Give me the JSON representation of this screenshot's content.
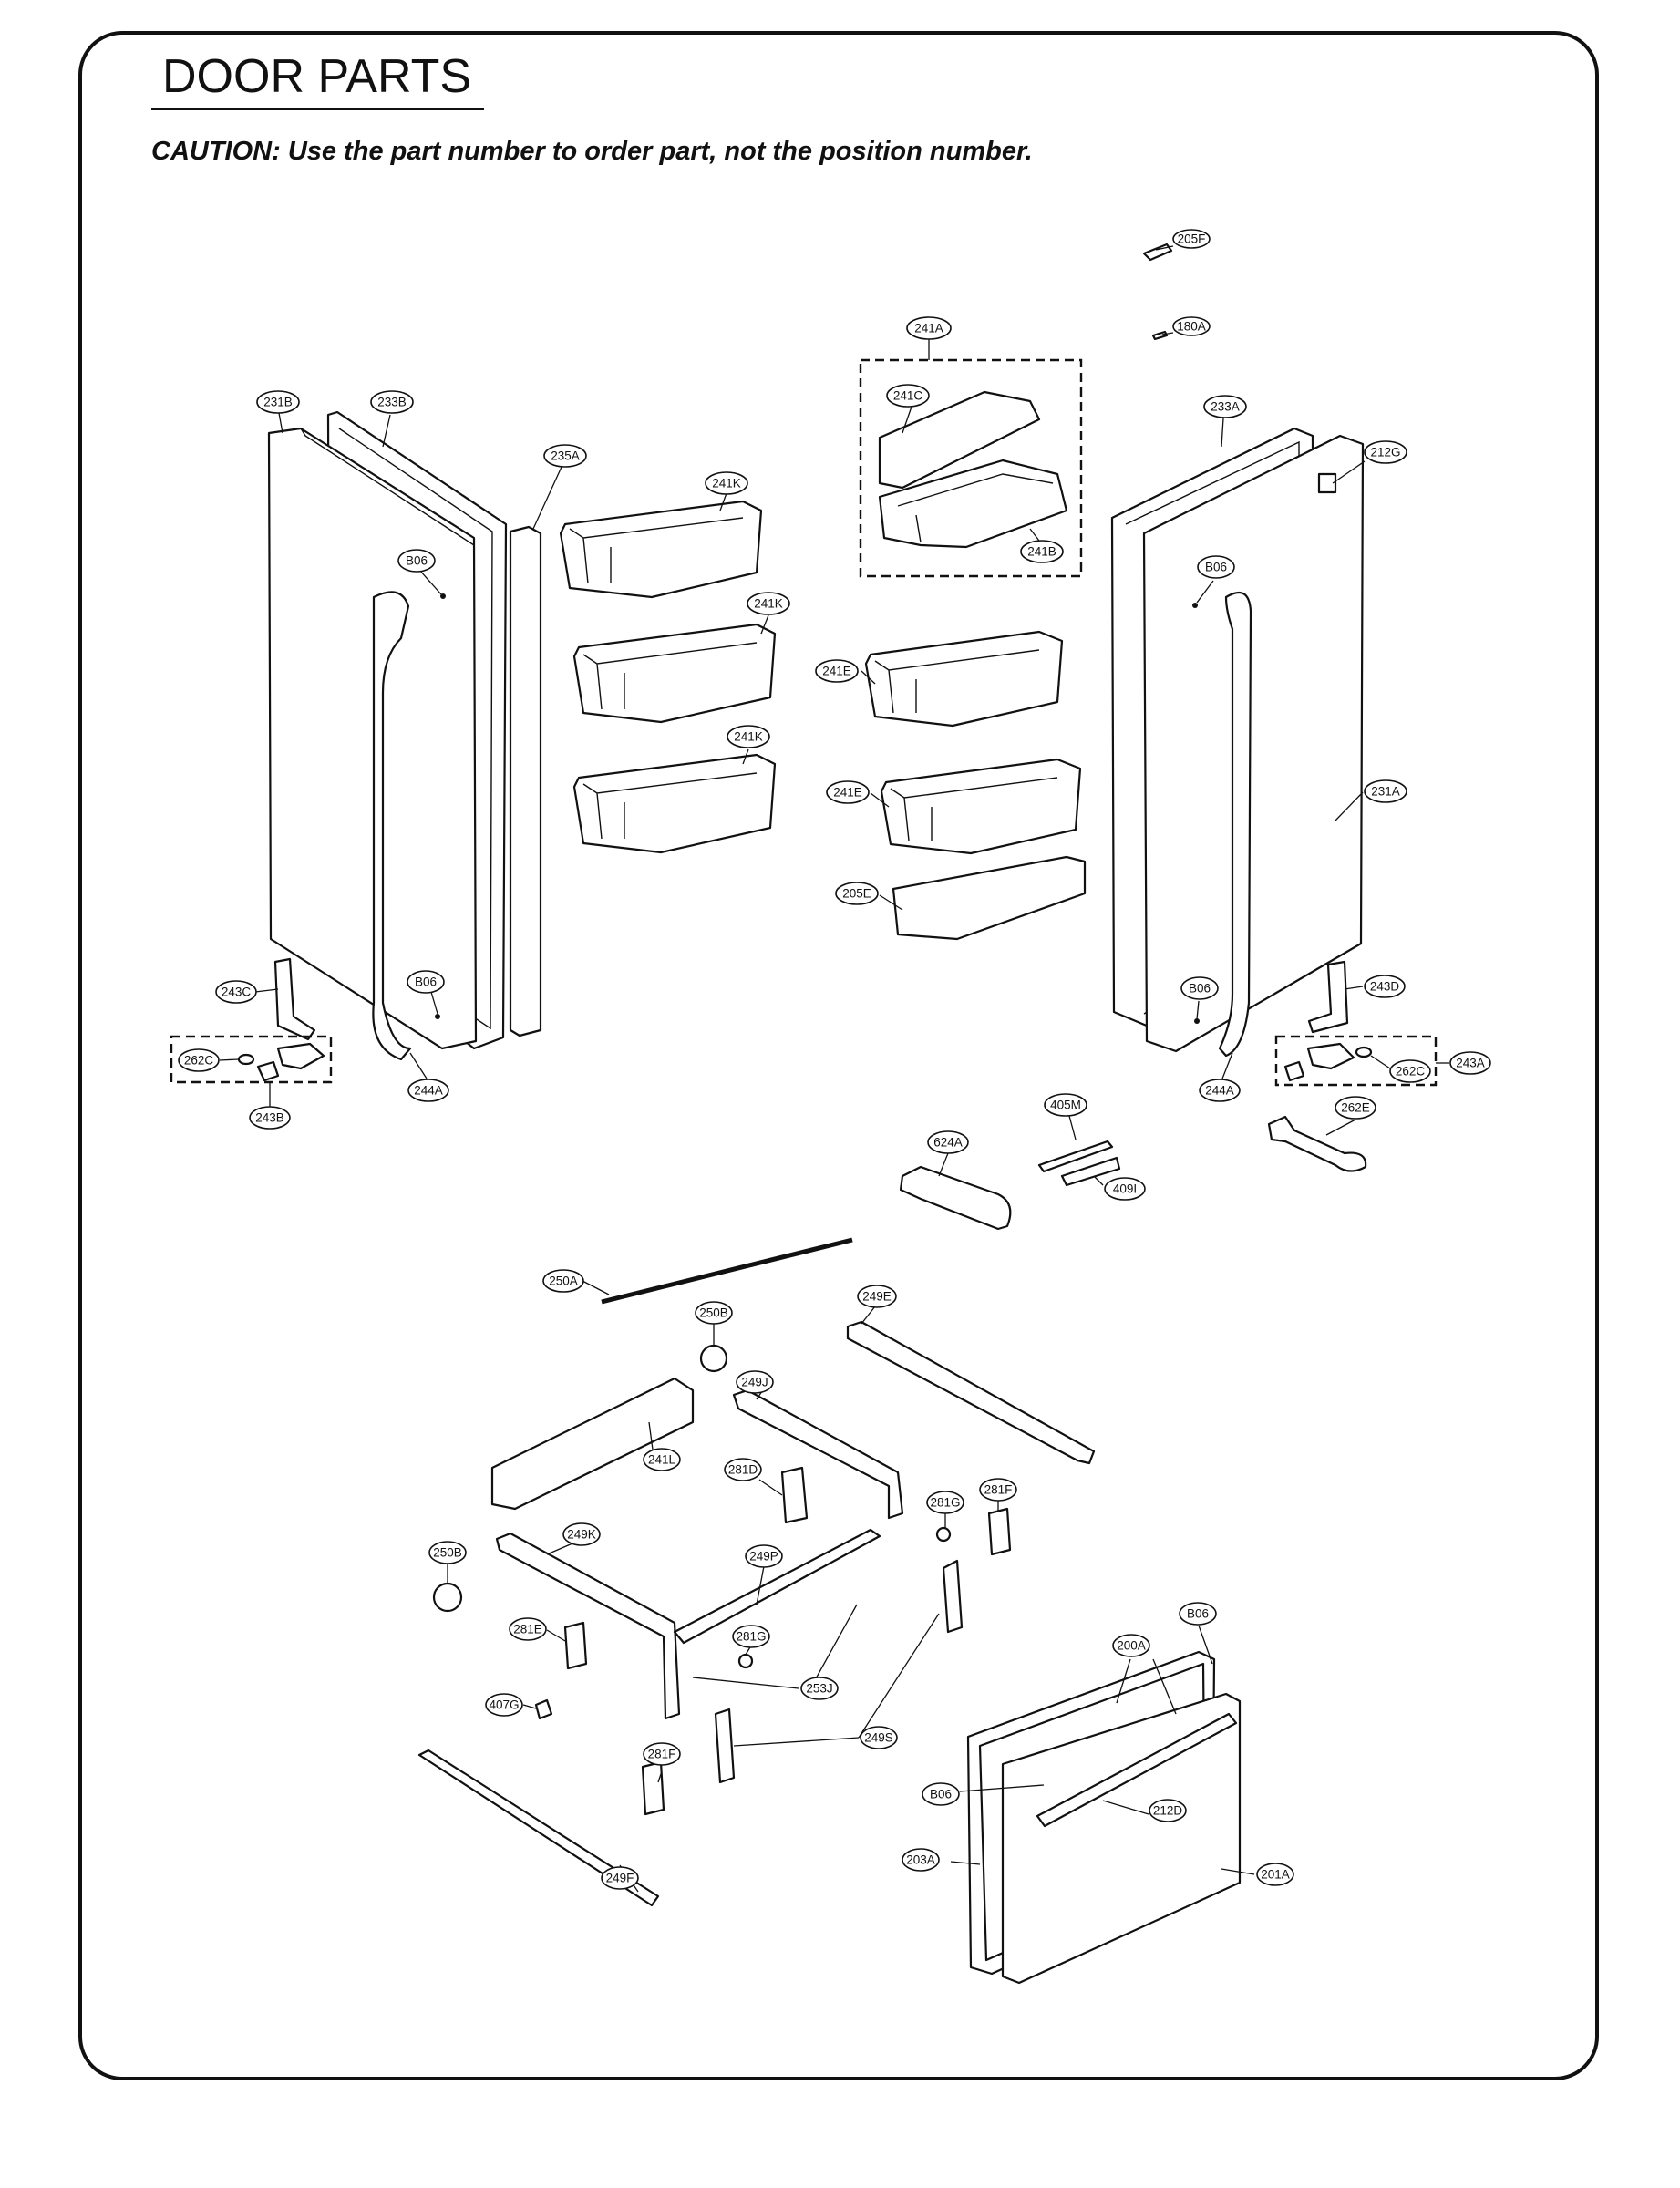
{
  "page": {
    "title": "DOOR PARTS",
    "caution": "CAUTION: Use the part number to order part, not the position number."
  },
  "callouts": {
    "c205F": "205F",
    "c180A": "180A",
    "c241A": "241A",
    "c241C": "241C",
    "c241B": "241B",
    "c231B": "231B",
    "c233B": "233B",
    "c235A": "235A",
    "c241K_1": "241K",
    "c241K_2": "241K",
    "c241K_3": "241K",
    "c233A": "233A",
    "c212G": "212G",
    "c B06_1": "B06",
    "cB06_1": "B06",
    "cB06_2": "B06",
    "cB06_3": "B06",
    "cB06_4": "B06",
    "cB06_5": "B06",
    "cB06_6": "B06",
    "c241E_1": "241E",
    "c241E_2": "241E",
    "c231A": "231A",
    "c205E": "205E",
    "c243C": "243C",
    "c262C_1": "262C",
    "c243B": "243B",
    "c244A_1": "244A",
    "c244A_2": "244A",
    "c243D": "243D",
    "c262C_2": "262C",
    "c243A": "243A",
    "c405M": "405M",
    "c262E": "262E",
    "c624A": "624A",
    "c409I": "409I",
    "c250A": "250A",
    "c249E": "249E",
    "c250B_1": "250B",
    "c249J": "249J",
    "c241L": "241L",
    "c281D": "281D",
    "c281G_1": "281G",
    "c281F_1": "281F",
    "c250B_2": "250B",
    "c249K": "249K",
    "c249P": "249P",
    "c281E": "281E",
    "c281G_2": "281G",
    "c253J": "253J",
    "c407G": "407G",
    "c200A": "200A",
    "c281F_2": "281F",
    "c249S": "249S",
    "c212D": "212D",
    "c203A": "203A",
    "c201A": "201A",
    "c249F": "249F"
  }
}
